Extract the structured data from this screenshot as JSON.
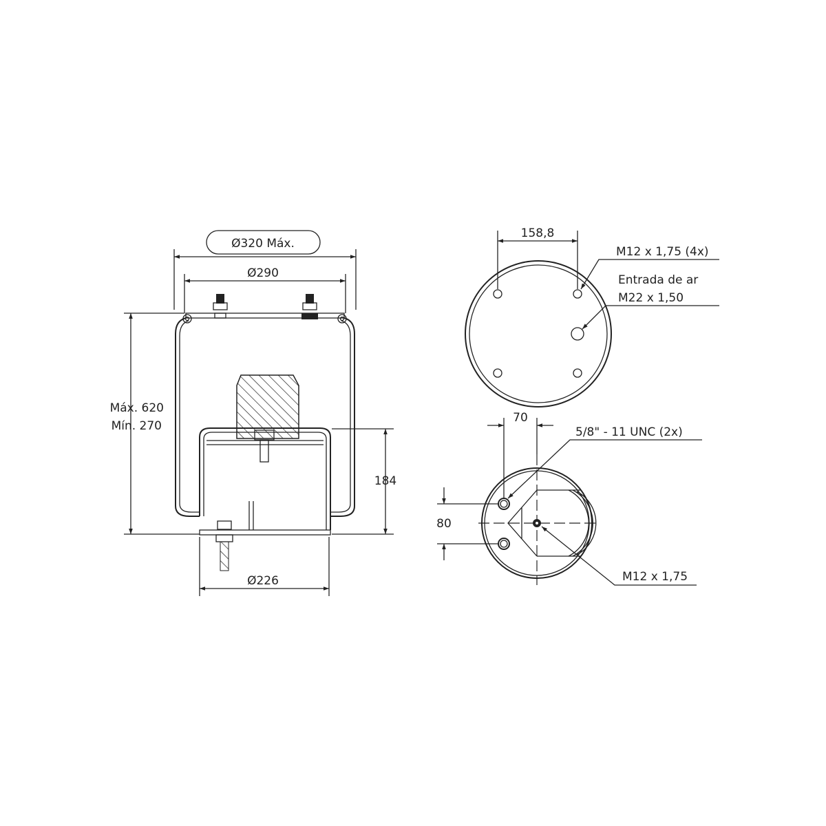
{
  "left_view": {
    "dim_max_diameter": "Ø320 Máx.",
    "dim_diameter_290": "Ø290",
    "dim_height_max": "Máx. 620",
    "dim_height_min": "Mín. 270",
    "dim_piston_height": "184",
    "dim_piston_diameter": "Ø226"
  },
  "top_view": {
    "dim_bolt_spacing": "158,8",
    "label_thread": "M12 x 1,75 (4x)",
    "label_air_inlet": "Entrada de ar",
    "label_air_thread": "M22 x 1,50"
  },
  "bottom_view": {
    "dim_offset": "70",
    "dim_spacing": "80",
    "label_unc": "5/8\" - 11 UNC (2x)",
    "label_center_thread": "M12 x 1,75"
  }
}
